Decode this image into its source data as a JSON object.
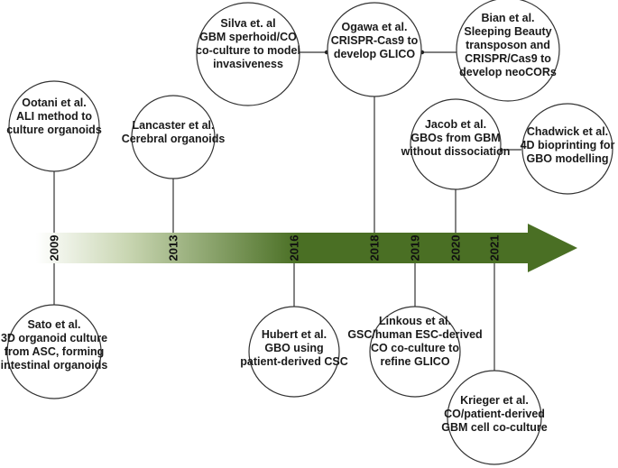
{
  "timeline": {
    "arrow_color": "#4a6f24",
    "years": [
      "2009",
      "2013",
      "2016",
      "2018",
      "2019",
      "2020",
      "2021"
    ]
  },
  "events": [
    {
      "id": "ootani",
      "lines": [
        "Ootani et al.",
        "ALI method to",
        "culture organoids"
      ]
    },
    {
      "id": "sato",
      "lines": [
        "Sato et al.",
        "3D organoid culture",
        "from ASC, forming",
        "intestinal organoids"
      ]
    },
    {
      "id": "lancaster",
      "lines": [
        "Lancaster et al.",
        "Cerebral organoids"
      ]
    },
    {
      "id": "silva",
      "lines": [
        "Silva et. al",
        "GBM sperhoid/CO",
        "co-culture to model",
        "invasiveness"
      ]
    },
    {
      "id": "ogawa",
      "lines": [
        "Ogawa et al.",
        "CRISPR-Cas9 to",
        "develop GLICO"
      ]
    },
    {
      "id": "bian",
      "lines": [
        "Bian et al.",
        "Sleeping Beauty",
        "transposon and",
        "CRISPR/Cas9 to",
        "develop neoCORs"
      ]
    },
    {
      "id": "hubert",
      "lines": [
        "Hubert et al.",
        "GBO using",
        "patient-derived CSC"
      ]
    },
    {
      "id": "linkous",
      "lines": [
        "Linkous et al.",
        "GSC/human ESC-derived",
        "CO co-culture to",
        "refine GLICO"
      ]
    },
    {
      "id": "jacob",
      "lines": [
        "Jacob et al.",
        "GBOs from GBM",
        "without dissociation"
      ]
    },
    {
      "id": "chadwick",
      "lines": [
        "Chadwick et al.",
        "4D bioprinting for",
        "GBO modelling"
      ]
    },
    {
      "id": "krieger",
      "lines": [
        "Krieger et al.",
        "CO/patient-derived",
        "GBM cell co-culture"
      ]
    }
  ]
}
